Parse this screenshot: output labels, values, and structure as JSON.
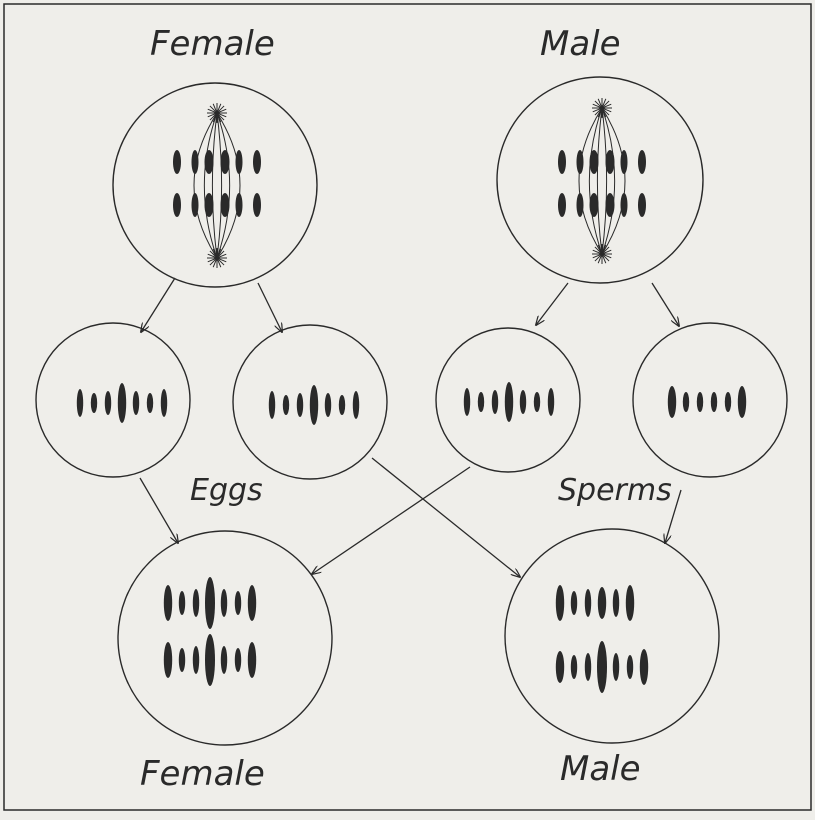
{
  "labels": {
    "top_left": "Female",
    "top_right": "Male",
    "eggs": "Eggs",
    "sperms": "Sperms",
    "bottom_left": "Female",
    "bottom_right": "Male"
  },
  "colors": {
    "background": "#efeeea",
    "ink": "#2a2a2a"
  }
}
